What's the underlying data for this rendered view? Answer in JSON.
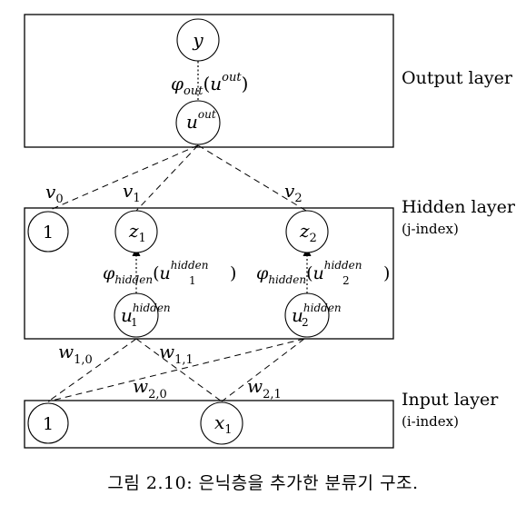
{
  "layers": {
    "output": {
      "label": "Output layer"
    },
    "hidden": {
      "label": "Hidden layer",
      "sublabel": "(j-index)"
    },
    "input": {
      "label": "Input layer",
      "sublabel": "(i-index)"
    }
  },
  "nodes": {
    "y": {
      "base": "y"
    },
    "u_out": {
      "base": "u",
      "sup": "out"
    },
    "bias_hidden": {
      "text": "1"
    },
    "z1": {
      "base": "z",
      "sub": "1"
    },
    "z2": {
      "base": "z",
      "sub": "2"
    },
    "u1_hidden": {
      "base": "u",
      "sub": "1",
      "sup": "hidden"
    },
    "u2_hidden": {
      "base": "u",
      "sub": "2",
      "sup": "hidden"
    },
    "bias_input": {
      "text": "1"
    },
    "x1": {
      "base": "x",
      "sub": "1"
    }
  },
  "activations": {
    "out": {
      "phi": "φ",
      "phi_sub": "out",
      "paren_open": "(",
      "arg": "u",
      "arg_sup": "out",
      "paren_close": ")"
    },
    "hidden1": {
      "phi": "φ",
      "phi_sub": "hidden",
      "paren_open": "(",
      "arg": "u",
      "arg_sub": "1",
      "arg_sup": "hidden",
      "paren_close": ")"
    },
    "hidden2": {
      "phi": "φ",
      "phi_sub": "hidden",
      "paren_open": "(",
      "arg": "u",
      "arg_sub": "2",
      "arg_sup": "hidden",
      "paren_close": ")"
    }
  },
  "weights": {
    "v0": {
      "base": "v",
      "sub": "0"
    },
    "v1": {
      "base": "v",
      "sub": "1"
    },
    "v2": {
      "base": "v",
      "sub": "2"
    },
    "w10": {
      "base": "w",
      "sub": "1,0"
    },
    "w11": {
      "base": "w",
      "sub": "1,1"
    },
    "w20": {
      "base": "w",
      "sub": "2,0"
    },
    "w21": {
      "base": "w",
      "sub": "2,1"
    }
  },
  "caption": "그림 2.10:  은닉층을 추가한 분류기 구조."
}
